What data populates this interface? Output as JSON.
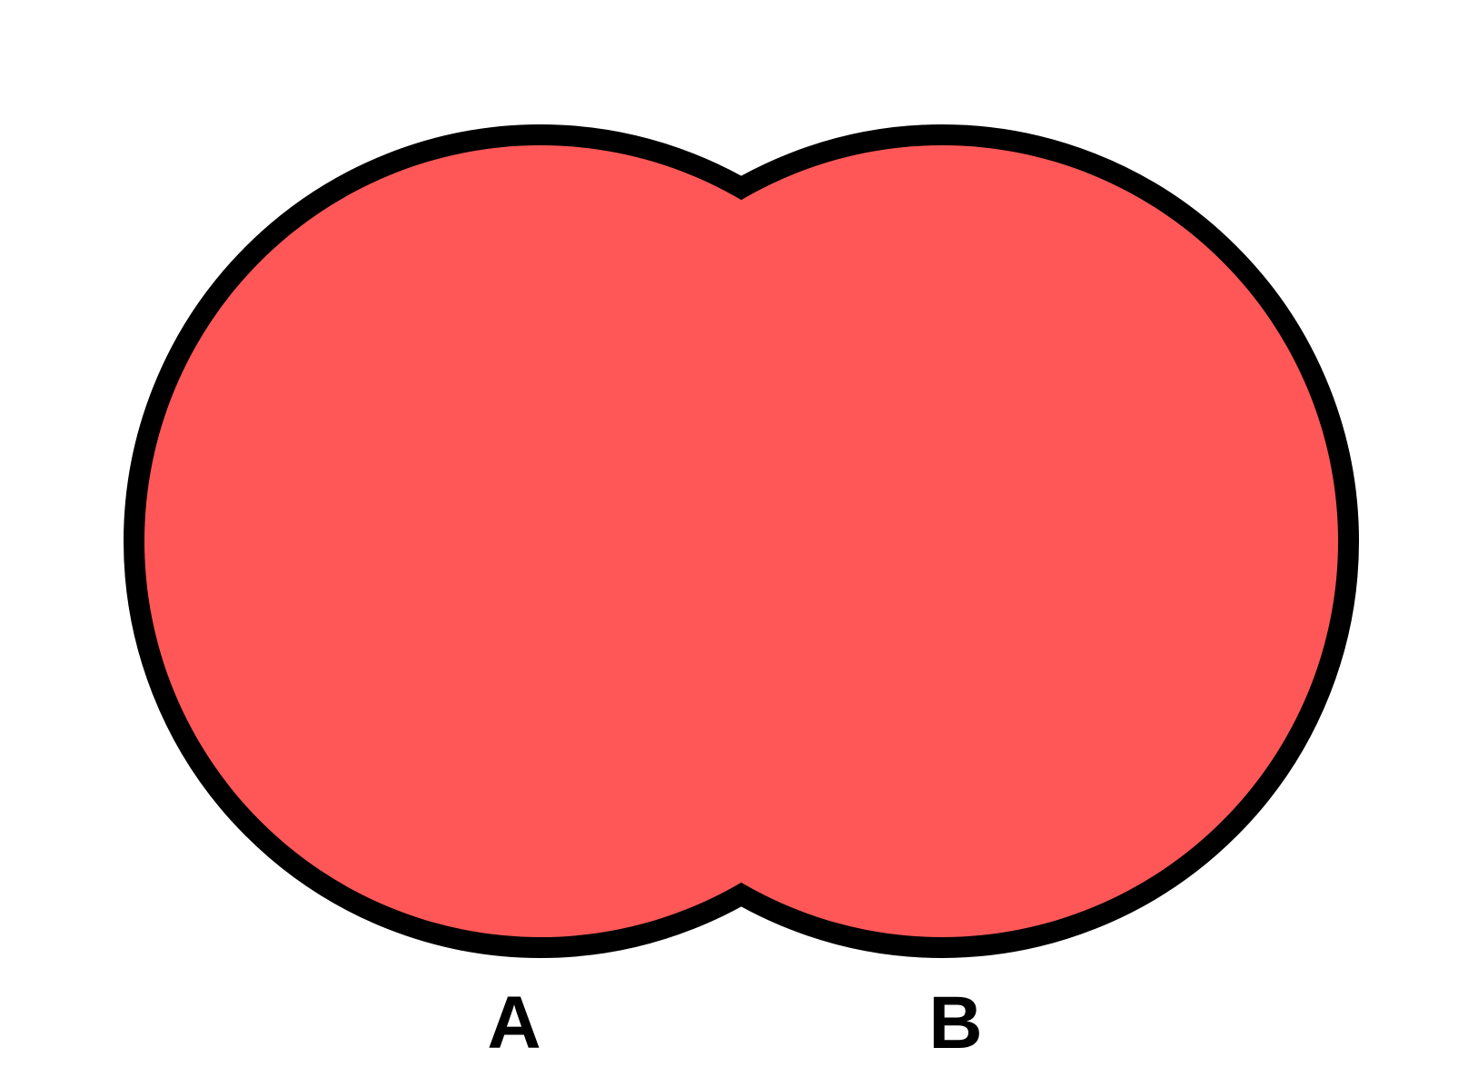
{
  "venn": {
    "sets": [
      {
        "key": "a",
        "label": "A"
      },
      {
        "key": "b",
        "label": "B"
      }
    ],
    "shaded_region": "union",
    "colors": {
      "fill": "#ff5757",
      "outline": "#000000",
      "background": "#ffffff"
    }
  }
}
